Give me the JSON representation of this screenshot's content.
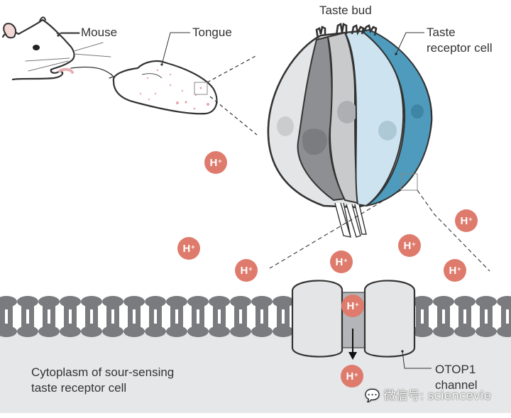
{
  "labels": {
    "mouse": "Mouse",
    "tongue": "Tongue",
    "taste_bud": "Taste bud",
    "taste_receptor_cell_line1": "Taste",
    "taste_receptor_cell_line2": "receptor cell",
    "cytoplasm_line1": "Cytoplasm of sour-sensing",
    "cytoplasm_line2": "taste receptor cell",
    "otop1_line1": "OTOP1",
    "otop1_line2": "channel"
  },
  "ion": {
    "symbol": "H",
    "charge": "+"
  },
  "ions_outside_count": 7,
  "ion_in_channel_count": 1,
  "ion_in_cytoplasm_count": 1,
  "watermark": "微信号: sciencevie",
  "colors": {
    "ion": "#de7b6c",
    "membrane": "#7a7b7e",
    "cytoplasm": "#e6e7e8",
    "receptor_cell": "#4e9bbd",
    "light_blue_cell": "#cde4f0",
    "dark_gray_cell": "#8e8f92",
    "mid_gray_cell": "#c9cacc",
    "light_gray_cell": "#e4e5e6",
    "outline": "#333333"
  }
}
